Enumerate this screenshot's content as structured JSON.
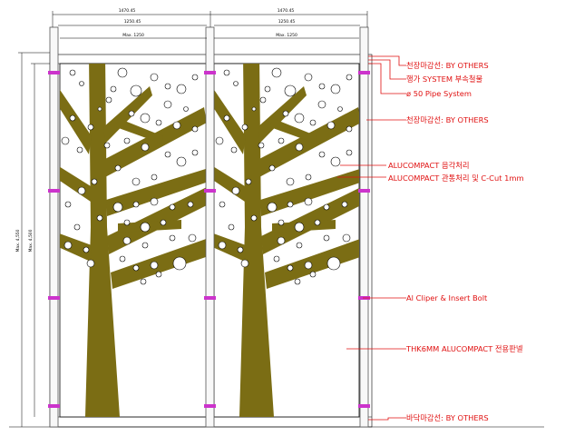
{
  "colors": {
    "tree": "#7b6d14",
    "leader": "#e01010",
    "clip": "#cc33cc",
    "line": "#000000",
    "pipe": "#555555"
  },
  "dimensions": {
    "top_left": "1470.45",
    "top_right": "1470.45",
    "mid_left": "1250.45",
    "mid_right": "1250.45",
    "inner_left": "Max. 1250",
    "inner_right": "Max. 1250",
    "height_outer": "Max. 4,550",
    "height_inner": "Max. 4,500"
  },
  "notes": [
    {
      "text": "천장마감선: BY OTHERS"
    },
    {
      "text": "행가 SYSTEM 부속철물"
    },
    {
      "text": "ø 50 Pipe System"
    },
    {
      "text": "천장마감선: BY OTHERS"
    },
    {
      "text": "ALUCOMPACT 음각처리"
    },
    {
      "text": "ALUCOMPACT 관통처리 및 C-Cut 1mm"
    },
    {
      "text": "Al Cliper & Insert Bolt"
    },
    {
      "text": "THK6MM ALUCOMPACT 전용판넬"
    },
    {
      "text": "바닥마감선: BY OTHERS"
    }
  ]
}
